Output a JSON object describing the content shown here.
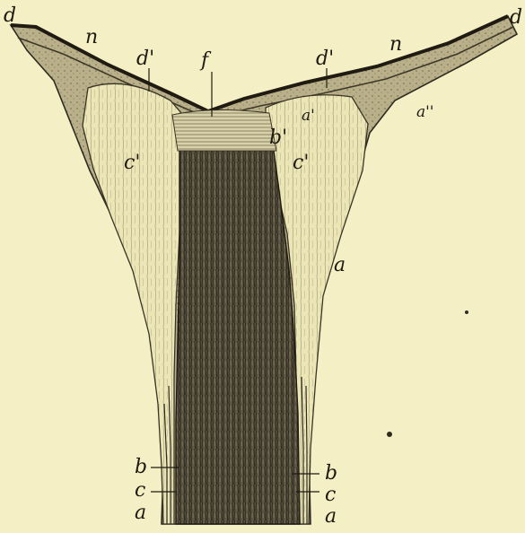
{
  "figure": {
    "labels": {
      "d_left": "d",
      "d_right": "d",
      "n_left": "n",
      "n_right": "n",
      "d_prime_left": "d'",
      "d_prime_right": "d'",
      "f": "f",
      "a_prime": "a'",
      "a_double_prime": "a''",
      "b_prime": "b'",
      "c_prime_left": "c'",
      "c_prime_right": "c'",
      "a_side": "a",
      "b_bottom_left": "b",
      "c_bottom_left": "c",
      "a_bottom_left": "a",
      "b_bottom_right": "b",
      "c_bottom_right": "c",
      "a_bottom_right": "a"
    },
    "colors": {
      "paper": "#f4efc4",
      "outer_sheath": "#b9b08a",
      "pale_layer": "#ece6b6",
      "core_dark": "#5d5643",
      "ink": "#1f1a12"
    }
  }
}
